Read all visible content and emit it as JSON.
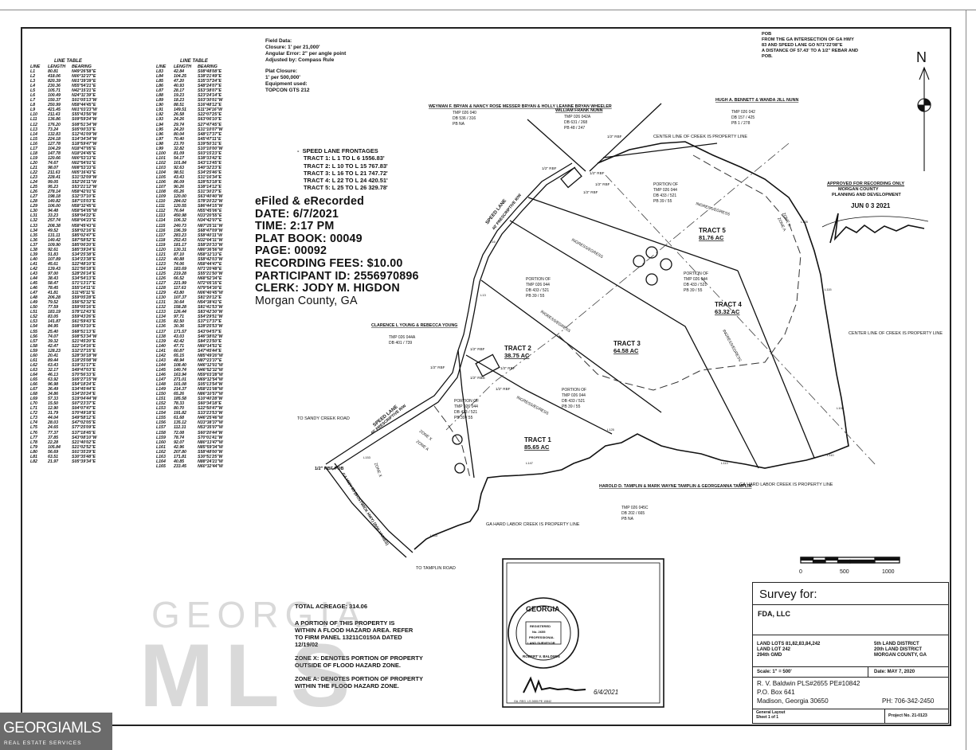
{
  "line_table_left": {
    "title": "LINE TABLE",
    "headers": [
      "LINE",
      "LENGTH",
      "BEARING"
    ],
    "rows": [
      [
        "L1",
        "80.81",
        "N49°26'58\"E"
      ],
      [
        "L2",
        "418.06",
        "N00°32'27\"E"
      ],
      [
        "L3",
        "820.39",
        "N01°39'39\"E"
      ],
      [
        "L4",
        "230.36",
        "N55°54'21\"E"
      ],
      [
        "L5",
        "105.71",
        "N42°15'21\"E"
      ],
      [
        "L6",
        "100.49",
        "N24°11'39\"E"
      ],
      [
        "L7",
        "150.37",
        "S01°05'13\"W"
      ],
      [
        "L8",
        "250.99",
        "N58°44'45\"E"
      ],
      [
        "L9",
        "421.45",
        "N01°03'23\"W"
      ],
      [
        "L10",
        "211.43",
        "S55°43'56\"W"
      ],
      [
        "L11",
        "136.86",
        "S09°59'24\"W"
      ],
      [
        "L12",
        "176.20",
        "S08°51'34\"W"
      ],
      [
        "L13",
        "73.24",
        "S05°00'33\"E"
      ],
      [
        "L14",
        "132.83",
        "S12°41'09\"W"
      ],
      [
        "L15",
        "224.18",
        "S14°34'34\"W"
      ],
      [
        "L16",
        "127.78",
        "S18°59'47\"W"
      ],
      [
        "L17",
        "104.29",
        "N18°47'05\"E"
      ],
      [
        "L18",
        "147.78",
        "N18°24'45\"E"
      ],
      [
        "L19",
        "120.66",
        "N00°53'13\"E"
      ],
      [
        "L20",
        "74.67",
        "N02°54'01\"E"
      ],
      [
        "L21",
        "98.07",
        "N08°53'33\"E"
      ],
      [
        "L22",
        "211.63",
        "N05°16'43\"E"
      ],
      [
        "L23",
        "228.41",
        "S31°32'09\"W"
      ],
      [
        "L24",
        "99.05",
        "S52°26'11\"W"
      ],
      [
        "L25",
        "95.23",
        "S53°21'12\"W"
      ],
      [
        "L26",
        "278.14",
        "N58°42'01\"E"
      ],
      [
        "L27",
        "198.18",
        "S32°37'10\"E"
      ],
      [
        "L28",
        "140.82",
        "S87°15'03\"E"
      ],
      [
        "L29",
        "106.00",
        "N58°32'45\"E"
      ],
      [
        "L30",
        "94.48",
        "N58°54'05\"W"
      ],
      [
        "L31",
        "33.23",
        "S58°04'22\"E"
      ],
      [
        "L32",
        "257.74",
        "N58°04'23\"E"
      ],
      [
        "L33",
        "208.38",
        "N58°45'43\"E"
      ],
      [
        "L34",
        "49.52",
        "S58°02'16\"E"
      ],
      [
        "L35",
        "131.11",
        "S85°02'47\"E"
      ],
      [
        "L36",
        "140.42",
        "S87°58'52\"E"
      ],
      [
        "L37",
        "109.90",
        "S85°06'20\"E"
      ],
      [
        "L38",
        "92.61",
        "S85°39'24\"E"
      ],
      [
        "L39",
        "51.83",
        "S34°25'38\"E"
      ],
      [
        "L40",
        "107.89",
        "S34°23'38\"E"
      ],
      [
        "L41",
        "45.61",
        "S22°48'10\"E"
      ],
      [
        "L42",
        "139.43",
        "S21°56'18\"E"
      ],
      [
        "L43",
        "97.00",
        "S28°26'14\"E"
      ],
      [
        "L44",
        "38.43",
        "S34°54'13\"E"
      ],
      [
        "L45",
        "58.47",
        "S71°13'17\"E"
      ],
      [
        "L46",
        "78.45",
        "S55°14'11\"E"
      ],
      [
        "L47",
        "41.81",
        "S11°45'11\"E"
      ],
      [
        "L48",
        "206.28",
        "S59°05'28\"E"
      ],
      [
        "L49",
        "79.52",
        "S56°52'32\"E"
      ],
      [
        "L50",
        "77.59",
        "S59°05'16\"E"
      ],
      [
        "L51",
        "183.19",
        "S78°12'43\"E"
      ],
      [
        "L52",
        "83.05",
        "S59°43'26\"E"
      ],
      [
        "L53",
        "141.87",
        "S61°59'43\"E"
      ],
      [
        "L54",
        "84.95",
        "S08°03'10\"E"
      ],
      [
        "L55",
        "25.40",
        "S68°51'13\"E"
      ],
      [
        "L56",
        "74.07",
        "S08°53'34\"W"
      ],
      [
        "L57",
        "39.32",
        "S21°45'20\"E"
      ],
      [
        "L58",
        "42.47",
        "S22°14'16\"E"
      ],
      [
        "L59",
        "128.23",
        "S32°27'15\"E"
      ],
      [
        "L60",
        "20.41",
        "S28°30'18\"W"
      ],
      [
        "L61",
        "89.44",
        "S18°25'08\"W"
      ],
      [
        "L62",
        "63.43",
        "S19°31'17\"E"
      ],
      [
        "L63",
        "32.17",
        "S49°47'03\"E"
      ],
      [
        "L64",
        "46.13",
        "S70°56'33\"E"
      ],
      [
        "L65",
        "63.92",
        "S05°27'15\"W"
      ],
      [
        "L66",
        "96.98",
        "S54°18'24\"E"
      ],
      [
        "L67",
        "36.49",
        "S34°45'44\"E"
      ],
      [
        "L68",
        "34.86",
        "S34°20'24\"E"
      ],
      [
        "L69",
        "57.33",
        "S19°04'44\"W"
      ],
      [
        "L70",
        "15.50",
        "S07°23'37\"E"
      ],
      [
        "L71",
        "12.90",
        "S04°07'47\"E"
      ],
      [
        "L72",
        "31.79",
        "S70°49'18\"E"
      ],
      [
        "L73",
        "44.04",
        "S49°58'12\"E"
      ],
      [
        "L74",
        "28.03",
        "S47°02'05\"E"
      ],
      [
        "L75",
        "24.65",
        "S77°25'09\"E"
      ],
      [
        "L76",
        "77.37",
        "S37°18'45\"E"
      ],
      [
        "L77",
        "37.85",
        "S43°08'10\"W"
      ],
      [
        "L78",
        "22.28",
        "S21°40'02\"E"
      ],
      [
        "L79",
        "105.84",
        "S21°02'52\"E"
      ],
      [
        "L80",
        "56.69",
        "S01°35'29\"E"
      ],
      [
        "L81",
        "63.51",
        "S30°35'48\"E"
      ],
      [
        "L82",
        "21.97",
        "S05°39'34\"E"
      ]
    ]
  },
  "line_table_right": {
    "title": "LINE TABLE",
    "headers": [
      "LINE",
      "LENGTH",
      "BEARING"
    ],
    "rows": [
      [
        "L83",
        "42.84",
        "S08°48'08\"E"
      ],
      [
        "L84",
        "104.25",
        "S38°21'49\"E"
      ],
      [
        "L85",
        "47.20",
        "S35°37'24\"E"
      ],
      [
        "L86",
        "40.93",
        "S48°24'07\"E"
      ],
      [
        "L87",
        "28.17",
        "S53°38'07\"E"
      ],
      [
        "L88",
        "19.23",
        "S23°24'14\"E"
      ],
      [
        "L89",
        "18.23",
        "S03°30'01\"W"
      ],
      [
        "L90",
        "88.51",
        "S16°48'12\"E"
      ],
      [
        "L91",
        "149.51",
        "S11°34'16\"W"
      ],
      [
        "L92",
        "26.58",
        "S22°07'25\"E"
      ],
      [
        "L93",
        "24.26",
        "S63°06'10\"E"
      ],
      [
        "L94",
        "29.74",
        "S27°47'45\"E"
      ],
      [
        "L95",
        "24.20",
        "S31°10'07\"W"
      ],
      [
        "L96",
        "80.04",
        "S48°17'37\"E"
      ],
      [
        "L97",
        "70.40",
        "S45°47'11\"E"
      ],
      [
        "L98",
        "23.70",
        "S39°50'31\"E"
      ],
      [
        "L99",
        "32.82",
        "S10°10'00\"W"
      ],
      [
        "L100",
        "81.09",
        "S03°15'23\"E"
      ],
      [
        "L101",
        "54.17",
        "S38°33'42\"E"
      ],
      [
        "L102",
        "101.84",
        "S43°13'45\"E"
      ],
      [
        "L103",
        "92.63",
        "S40°32'23\"E"
      ],
      [
        "L104",
        "98.51",
        "S34°25'46\"E"
      ],
      [
        "L105",
        "43.43",
        "S31°16'34\"E"
      ],
      [
        "L106",
        "86.09",
        "S28°53'18\"E"
      ],
      [
        "L107",
        "90.26",
        "S38°14'12\"E"
      ],
      [
        "L108",
        "65.26",
        "S31°30'27\"E"
      ],
      [
        "L109",
        "120.00",
        "S63°40'40\"W"
      ],
      [
        "L110",
        "284.02",
        "S78°20'22\"W"
      ],
      [
        "L111",
        "120.55",
        "S86°44'15\"W"
      ],
      [
        "L112",
        "76.64",
        "N55°45'06\"E"
      ],
      [
        "L113",
        "450.98",
        "N33°20'55\"E"
      ],
      [
        "L114",
        "106.32",
        "N34°42'07\"E"
      ],
      [
        "L115",
        "240.73",
        "N87°25'11\"W"
      ],
      [
        "L116",
        "196.39",
        "S68°47'09\"W"
      ],
      [
        "L117",
        "283.23",
        "S58°40'11\"W"
      ],
      [
        "L118",
        "252.43",
        "N32°04'11\"W"
      ],
      [
        "L119",
        "181.17",
        "S58°20'33\"W"
      ],
      [
        "L120",
        "130.31",
        "N80°36'56\"W"
      ],
      [
        "L121",
        "87.10",
        "N58°12'13\"E"
      ],
      [
        "L122",
        "40.88",
        "S58°42'03\"W"
      ],
      [
        "L123",
        "74.06",
        "N58°44'47\"E"
      ],
      [
        "L124",
        "183.69",
        "N71°20'48\"E"
      ],
      [
        "L125",
        "219.28",
        "S55°21'50\"W"
      ],
      [
        "L126",
        "66.52",
        "N68°52'34\"E"
      ],
      [
        "L127",
        "221.99",
        "N72°05'15\"E"
      ],
      [
        "L128",
        "117.63",
        "N79°54'30\"E"
      ],
      [
        "L129",
        "43.80",
        "N06°40'45\"W"
      ],
      [
        "L130",
        "107.37",
        "S81°20'12\"E"
      ],
      [
        "L131",
        "30.64",
        "N54°38'41\"E"
      ],
      [
        "L132",
        "158.28",
        "S81°41'53\"W"
      ],
      [
        "L133",
        "126.44",
        "S83°42'30\"W"
      ],
      [
        "L134",
        "97.71",
        "S54°29'51\"W"
      ],
      [
        "L135",
        "82.50",
        "S37°17'37\"E"
      ],
      [
        "L136",
        "30.36",
        "S28°25'53\"W"
      ],
      [
        "L137",
        "171.57",
        "S43°04'57\"E"
      ],
      [
        "L138",
        "43.03",
        "S46°38'02\"W"
      ],
      [
        "L139",
        "42.42",
        "S84°23'50\"E"
      ],
      [
        "L140",
        "47.71",
        "N60°14'51\"E"
      ],
      [
        "L141",
        "60.87",
        "S47°45'44\"E"
      ],
      [
        "L142",
        "65.15",
        "N85°49'20\"W"
      ],
      [
        "L143",
        "48.94",
        "N87°23'37\"E"
      ],
      [
        "L144",
        "108.40",
        "N46°12'01\"W"
      ],
      [
        "L145",
        "140.74",
        "N46°52'32\"W"
      ],
      [
        "L146",
        "163.94",
        "N59°03'28\"W"
      ],
      [
        "L147",
        "271.01",
        "N69°12'54\"W"
      ],
      [
        "L148",
        "101.08",
        "S05°13'54\"W"
      ],
      [
        "L149",
        "214.37",
        "N58°21'08\"W"
      ],
      [
        "L150",
        "65.26",
        "N86°10'57\"W"
      ],
      [
        "L151",
        "185.58",
        "S10°40'28\"W"
      ],
      [
        "L152",
        "78.33",
        "S60°34'18\"E"
      ],
      [
        "L153",
        "80.70",
        "S22°50'47\"W"
      ],
      [
        "L154",
        "191.82",
        "S33°23'53\"W"
      ],
      [
        "L155",
        "61.68",
        "N46°25'46\"W"
      ],
      [
        "L156",
        "135.12",
        "N33°38'37\"W"
      ],
      [
        "L157",
        "112.31",
        "N53°35'07\"W"
      ],
      [
        "L158",
        "72.08",
        "S60°20'44\"W"
      ],
      [
        "L159",
        "78.74",
        "S70°01'41\"W"
      ],
      [
        "L160",
        "92.07",
        "N80°13'47\"W"
      ],
      [
        "L161",
        "42.96",
        "N85°59'34\"W"
      ],
      [
        "L162",
        "207.80",
        "S58°48'00\"W"
      ],
      [
        "L163",
        "171.81",
        "S30°51'25\"W"
      ],
      [
        "L164",
        "40.85",
        "N88°24'21\"W"
      ],
      [
        "L165",
        "233.45",
        "N60°32'44\"W"
      ]
    ]
  },
  "field_data": {
    "title": "Field Data:",
    "lines": [
      "Closure: 1' per 21,000'",
      "Angular Error: 2\" per angle point",
      "Adjusted by: Compass Rule",
      "",
      "Plat Closure:",
      "1' per 500,000'",
      "Equipment used:",
      "TOPCON GTS 212"
    ]
  },
  "pob_note": {
    "lines": [
      "POB",
      "FROM THE GA INTERSECTION OF GA HWY",
      "83 AND SPEED LANE GO N71°22'08\"E",
      "A DISTANCE OF 57.43' TO A 1/2\" REBAR AND",
      "POB."
    ]
  },
  "frontages": {
    "title": "SPEED LANE FRONTAGES",
    "rows": [
      "TRACT 1:  L 1 TO  L 6  1556.83'",
      "TRACT 2:  L 10 TO L 15  767.83'",
      "TRACT 3:  L 16 TO L 21  747.72'",
      "TRACT 4:  L 22 TO L 24  420.51'",
      "TRACT 5:  L 25 TO L 26  329.78'"
    ]
  },
  "recording_stamp": {
    "lines": [
      "eFiled & eRecorded",
      "DATE: 6/7/2021",
      "TIME: 2:17 PM",
      "PLAT BOOK: 00049",
      "PAGE: 00092",
      "RECORDING FEES: $10.00",
      "PARTICIPANT ID: 2556970896",
      "CLERK: JODY M. HIGDON",
      "Morgan County, GA"
    ]
  },
  "map_labels": {
    "tract1": "TRACT 1",
    "tract1_ac": "85.65 AC",
    "tract2": "TRACT 2",
    "tract2_ac": "38.75 AC",
    "tract3": "TRACT 3",
    "tract3_ac": "64.58 AC",
    "tract4": "TRACT 4",
    "tract4_ac": "63.32 AC",
    "tract5": "TRACT 5",
    "tract5_ac": "81.76 AC",
    "speed_lane_upper": "SPEED LANE",
    "speed_lane_upper_row": "40' PRESCRIPTIVE R/W",
    "speed_lane_lower": "SPEED LANE",
    "speed_lane_lower_row": "40' PRESCRIPTIVE R/W",
    "sandy_creek": "TO SANDY CREEK ROAD",
    "tamplin_road": "TO TAMPLIN ROAD",
    "hwy83": "GA HWY 83 (BOSTWICK HWY) (R/W VARIES)",
    "pob": "1/2\" RBF POB",
    "center_creek_top": "CENTER LINE OF CREEK IS PROPERTY LINE",
    "center_creek_right": "CENTER LINE OF CREEK IS PROPERTY LINE",
    "hard_labor_right": "GA HARD LABOR CREEK IS PROPERTY LINE",
    "hard_labor_left": "GA HARD LABOR CREEK IS PROPERTY LINE",
    "owner_weyman": "WEYMAN F. BRYAN & NANCY ROSE MESSER BRYAN & HOLLY LEANNE BRYAN WHEELER",
    "owner_weyman_tmp": "TMP 026 040",
    "owner_weyman_db": "DB 536 / 316",
    "owner_weyman_pb": "PB NA",
    "owner_william": "WILLIAM FRANK NUNN",
    "owner_william_tmp": "TMP 026 042A",
    "owner_william_db": "DB 631 / 268",
    "owner_william_pb": "PB 48 / 247",
    "owner_hugh": "HUGH A. BENNETT & WANDA JILL NUNN",
    "owner_hugh_tmp": "TMP 026 042",
    "owner_hugh_db": "DB 157 / 425",
    "owner_hugh_pb": "PB 1 / 278",
    "owner_clarence": "CLARENCE L YOUNG & REBECCA YOUNG",
    "owner_clarence_tmp": "TMP 026 044A",
    "owner_clarence_db": "DB 401 / 739",
    "owner_harold": "HAROLD D. TAMPLIN & MARK WAYNE TAMPLIN & GEORGEANNA TAMPLIN",
    "owner_harold_tmp": "TMP 026 045C",
    "owner_harold_db": "DB 202 / 665",
    "owner_harold_pb": "PB NA",
    "portion_lines": [
      "PORTION OF",
      "TMP 026 044",
      "DB 433 / 521",
      "PB 39 / 55"
    ],
    "easement": "INGRESS/EGRESS",
    "zone_x": "ZONE X",
    "zone_a": "ZONE A",
    "rebar": "1/2\" RBF",
    "rebar_set": "1/2\" RBS"
  },
  "notes": {
    "total_acreage": "TOTAL ACREAGE: 314.06",
    "flood_note": [
      "A PORTION OF THIS PROPERTY IS",
      "WITHIN A FLOOD HAZARD AREA.  REFER",
      "TO FIRM PANEL 13211C0150A DATED",
      "12/19/02"
    ],
    "zone_x_note": [
      "ZONE X:  DENOTES PORTION OF PROPERTY",
      "OUTSIDE OF FLOOD HAZARD ZONE."
    ],
    "zone_a_note": [
      "ZONE A:  DENOTES PORTION OF PROPERTY",
      "WITHIN THE FLOOD HAZARD ZONE."
    ]
  },
  "approval_stamp": {
    "lines": [
      "APPROVED FOR RECORDING ONLY",
      "MORGAN COUNTY",
      "PLANNING AND DEVELOPMENT"
    ],
    "date": "JUN 0 3 2021"
  },
  "seal": {
    "state": "GEORGIA",
    "lines": [
      "REGISTERED",
      "No. 2655",
      "PROFESSIONAL",
      "LAND SURVEYOR"
    ],
    "name": "ROBERT V. BALDWIN",
    "date_signed": "6/4/2021",
    "footer": "GA. REG. LS 2655 PE 10842"
  },
  "scale_bar": {
    "labels": [
      "0",
      "500",
      "1000"
    ]
  },
  "north_arrow": {
    "label": "N"
  },
  "title_block": {
    "survey_for": "Survey for:",
    "client": "FDA, LLC",
    "land_lots": [
      "LAND LOTS 81,82,83,84,242",
      "LAND LOT 242",
      "294th GMD"
    ],
    "district": [
      "5th LAND DISTRICT",
      "20th LAND DISTRICT",
      "MORGAN COUNTY, GA"
    ],
    "scale": "Scale: 1\" = 500'",
    "date": "Date: MAY 7, 2020",
    "surveyor": "R. V. Baldwin  PLS#2655  PE#10842",
    "po_box": "P.O. Box 641",
    "city": "Madison, Georgia  30650",
    "phone": "PH: 706-342-2450",
    "layout": [
      "General Layout",
      "Sheet 1 of 1"
    ],
    "project": "Project No. 21-0123"
  },
  "watermark": {
    "top": "GEORGIA",
    "bottom": "MLS"
  },
  "logo": {
    "main": "GEORGIAMLS",
    "sub": "REAL ESTATE SERVICES"
  }
}
